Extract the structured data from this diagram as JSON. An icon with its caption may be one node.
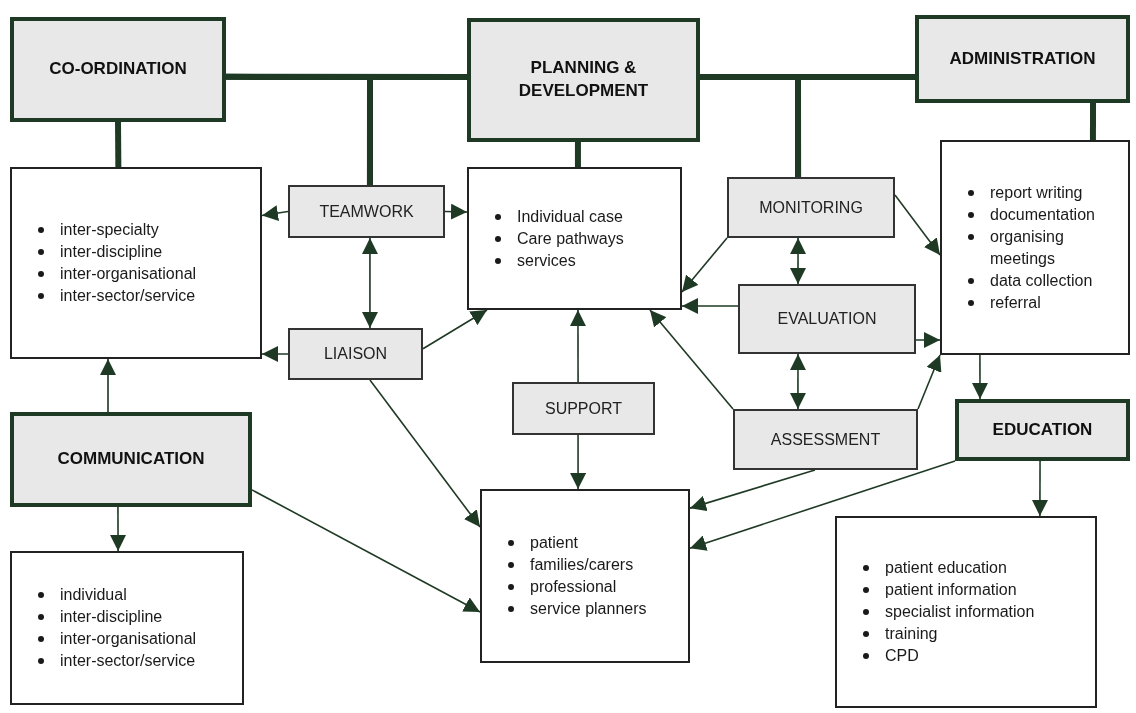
{
  "diagram": {
    "nodes": [
      {
        "text": [
          "CO-ORDINATION"
        ]
      },
      {
        "text": [
          "PLANNING & DEVELOPMENT"
        ]
      },
      {
        "text": [
          "ADMINISTRATION"
        ]
      },
      {
        "text": [
          "inter-specialty",
          "inter-discipline",
          "inter-organisational",
          "inter-sector/service"
        ]
      },
      {
        "text": [
          "TEAMWORK"
        ]
      },
      {
        "text": [
          "Individual case",
          "Care pathways",
          "services"
        ]
      },
      {
        "text": [
          "MONITORING"
        ]
      },
      {
        "text": [
          "report writing",
          "documentation",
          "organising meetings",
          "data collection",
          "referral"
        ]
      },
      {
        "text": [
          "LIAISON"
        ]
      },
      {
        "text": [
          "EVALUATION"
        ]
      },
      {
        "text": [
          "SUPPORT"
        ]
      },
      {
        "text": [
          "COMMUNICATION"
        ]
      },
      {
        "text": [
          "ASSESSMENT"
        ]
      },
      {
        "text": [
          "EDUCATION"
        ]
      },
      {
        "text": [
          "patient",
          "families/carers",
          "professional",
          "service planners"
        ]
      },
      {
        "text": [
          "individual",
          "inter-discipline",
          "inter-organisational",
          "inter-sector/service"
        ]
      },
      {
        "text": [
          "patient education",
          "patient information",
          "specialist information",
          "training",
          "CPD"
        ]
      }
    ],
    "edges": [
      {
        "from": 0,
        "to": 1,
        "arrow": "none",
        "style": "thick"
      },
      {
        "from": 1,
        "to": 2,
        "arrow": "none",
        "style": "thick"
      },
      {
        "from": 0,
        "to": 3,
        "arrow": "none",
        "style": "thick"
      },
      {
        "from": 1,
        "to": 5,
        "arrow": "none",
        "style": "thick"
      },
      {
        "from": 2,
        "to": 7,
        "arrow": "none",
        "style": "thick"
      },
      {
        "from": 0,
        "to": 4,
        "arrow": "none",
        "style": "thick"
      },
      {
        "from": 1,
        "to": 4,
        "arrow": "none",
        "style": "thick"
      },
      {
        "from": 1,
        "to": 6,
        "arrow": "none",
        "style": "thick"
      },
      {
        "from": 2,
        "to": 6,
        "arrow": "none",
        "style": "thick"
      },
      {
        "from": 4,
        "to": 3,
        "arrow": "to"
      },
      {
        "from": 4,
        "to": 5,
        "arrow": "to"
      },
      {
        "from": 4,
        "to": 8,
        "arrow": "both"
      },
      {
        "from": 8,
        "to": 3,
        "arrow": "to"
      },
      {
        "from": 8,
        "to": 5,
        "arrow": "to"
      },
      {
        "from": 8,
        "to": 14,
        "arrow": "to"
      },
      {
        "from": 6,
        "to": 5,
        "arrow": "to"
      },
      {
        "from": 6,
        "to": 7,
        "arrow": "to"
      },
      {
        "from": 6,
        "to": 9,
        "arrow": "both"
      },
      {
        "from": 9,
        "to": 5,
        "arrow": "to"
      },
      {
        "from": 9,
        "to": 7,
        "arrow": "to"
      },
      {
        "from": 9,
        "to": 12,
        "arrow": "both"
      },
      {
        "from": 12,
        "to": 5,
        "arrow": "to"
      },
      {
        "from": 12,
        "to": 7,
        "arrow": "to"
      },
      {
        "from": 10,
        "to": 5,
        "arrow": "to"
      },
      {
        "from": 10,
        "to": 14,
        "arrow": "to"
      },
      {
        "from": 11,
        "to": 3,
        "arrow": "to"
      },
      {
        "from": 11,
        "to": 15,
        "arrow": "to"
      },
      {
        "from": 11,
        "to": 14,
        "arrow": "to"
      },
      {
        "from": 12,
        "to": 14,
        "arrow": "to"
      },
      {
        "from": 13,
        "to": 14,
        "arrow": "to"
      },
      {
        "from": 7,
        "to": 13,
        "arrow": "to"
      },
      {
        "from": 13,
        "to": 16,
        "arrow": "to"
      }
    ]
  }
}
